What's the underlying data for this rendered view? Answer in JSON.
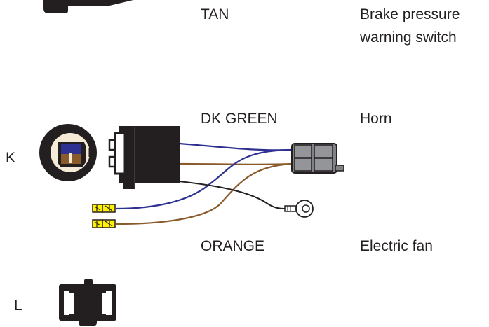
{
  "rows": [
    {
      "letter": "",
      "wire_color": "TAN",
      "function_lines": [
        "Brake pressure",
        "warning switch"
      ]
    },
    {
      "letter": "K",
      "wire_color": "DK GREEN",
      "function_lines": [
        "Horn"
      ]
    },
    {
      "letter": "",
      "wire_color": "ORANGE",
      "function_lines": [
        "Electric fan"
      ]
    },
    {
      "letter": "L",
      "wire_color": "",
      "function_lines": []
    }
  ],
  "colors": {
    "connector_body": "#231f20",
    "connector_grey": "#808285",
    "wire_blue": "#2e3192",
    "wire_brown": "#8b5a2b",
    "wire_black": "#231f20",
    "terminal_yellow": "#fff200",
    "socket_blue": "#2e3192",
    "socket_brown": "#8b5a2b"
  }
}
